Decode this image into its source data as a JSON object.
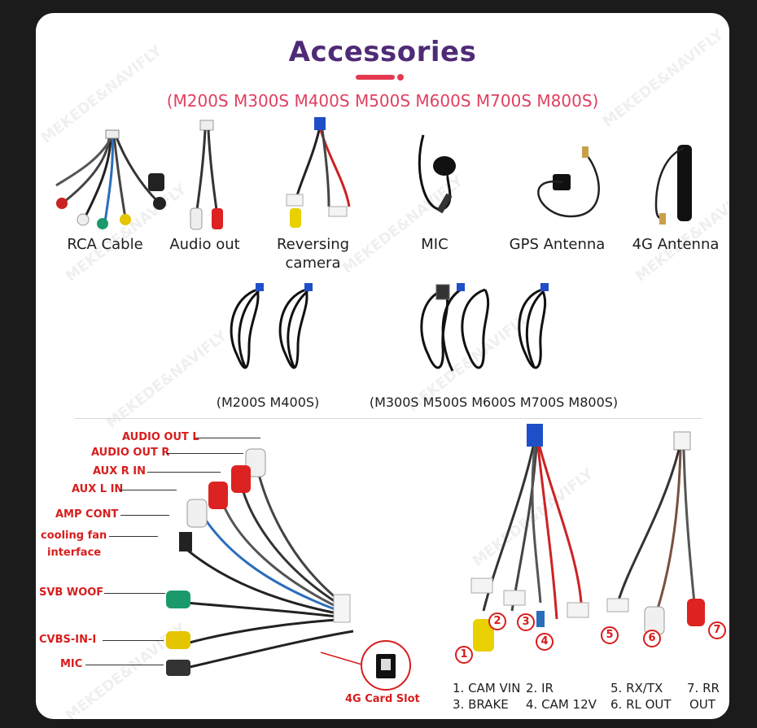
{
  "header": {
    "title": "Accessories",
    "models": "(M200S M300S M400S M500S M600S M700S M800S)"
  },
  "watermark": "MEKEDE&NAVIFLY",
  "accessories": [
    {
      "label": "RCA Cable"
    },
    {
      "label": "Audio out"
    },
    {
      "label": "Reversing camera"
    },
    {
      "label": "MIC"
    },
    {
      "label": "GPS Antenna"
    },
    {
      "label": "4G Antenna"
    }
  ],
  "cables": {
    "left_label": "(M200S M400S)",
    "right_label": "(M300S M500S M600S M700S M800S)"
  },
  "rca_diagram": {
    "labels": [
      "AUDIO OUT L",
      "AUDIO OUT R",
      "AUX R IN",
      "AUX L IN",
      "AMP CONT",
      "cooling fan",
      "interface",
      "SVB WOOF",
      "CVBS-IN-I",
      "MIC"
    ],
    "card_slot": "4G Card Slot"
  },
  "camera_diagram": {
    "legend": [
      "1. CAM VIN",
      "2. IR",
      "3. BRAKE",
      "4. CAM 12V"
    ],
    "numbers": [
      "1",
      "2",
      "3",
      "4"
    ]
  },
  "audio_diagram": {
    "legend": [
      "5. RX/TX",
      "7. RR",
      "6. RL OUT",
      "OUT"
    ],
    "numbers": [
      "5",
      "6",
      "7"
    ]
  },
  "colors": {
    "title": "#4f2b77",
    "accent": "#e4394f",
    "label_red": "#d81d1d"
  }
}
